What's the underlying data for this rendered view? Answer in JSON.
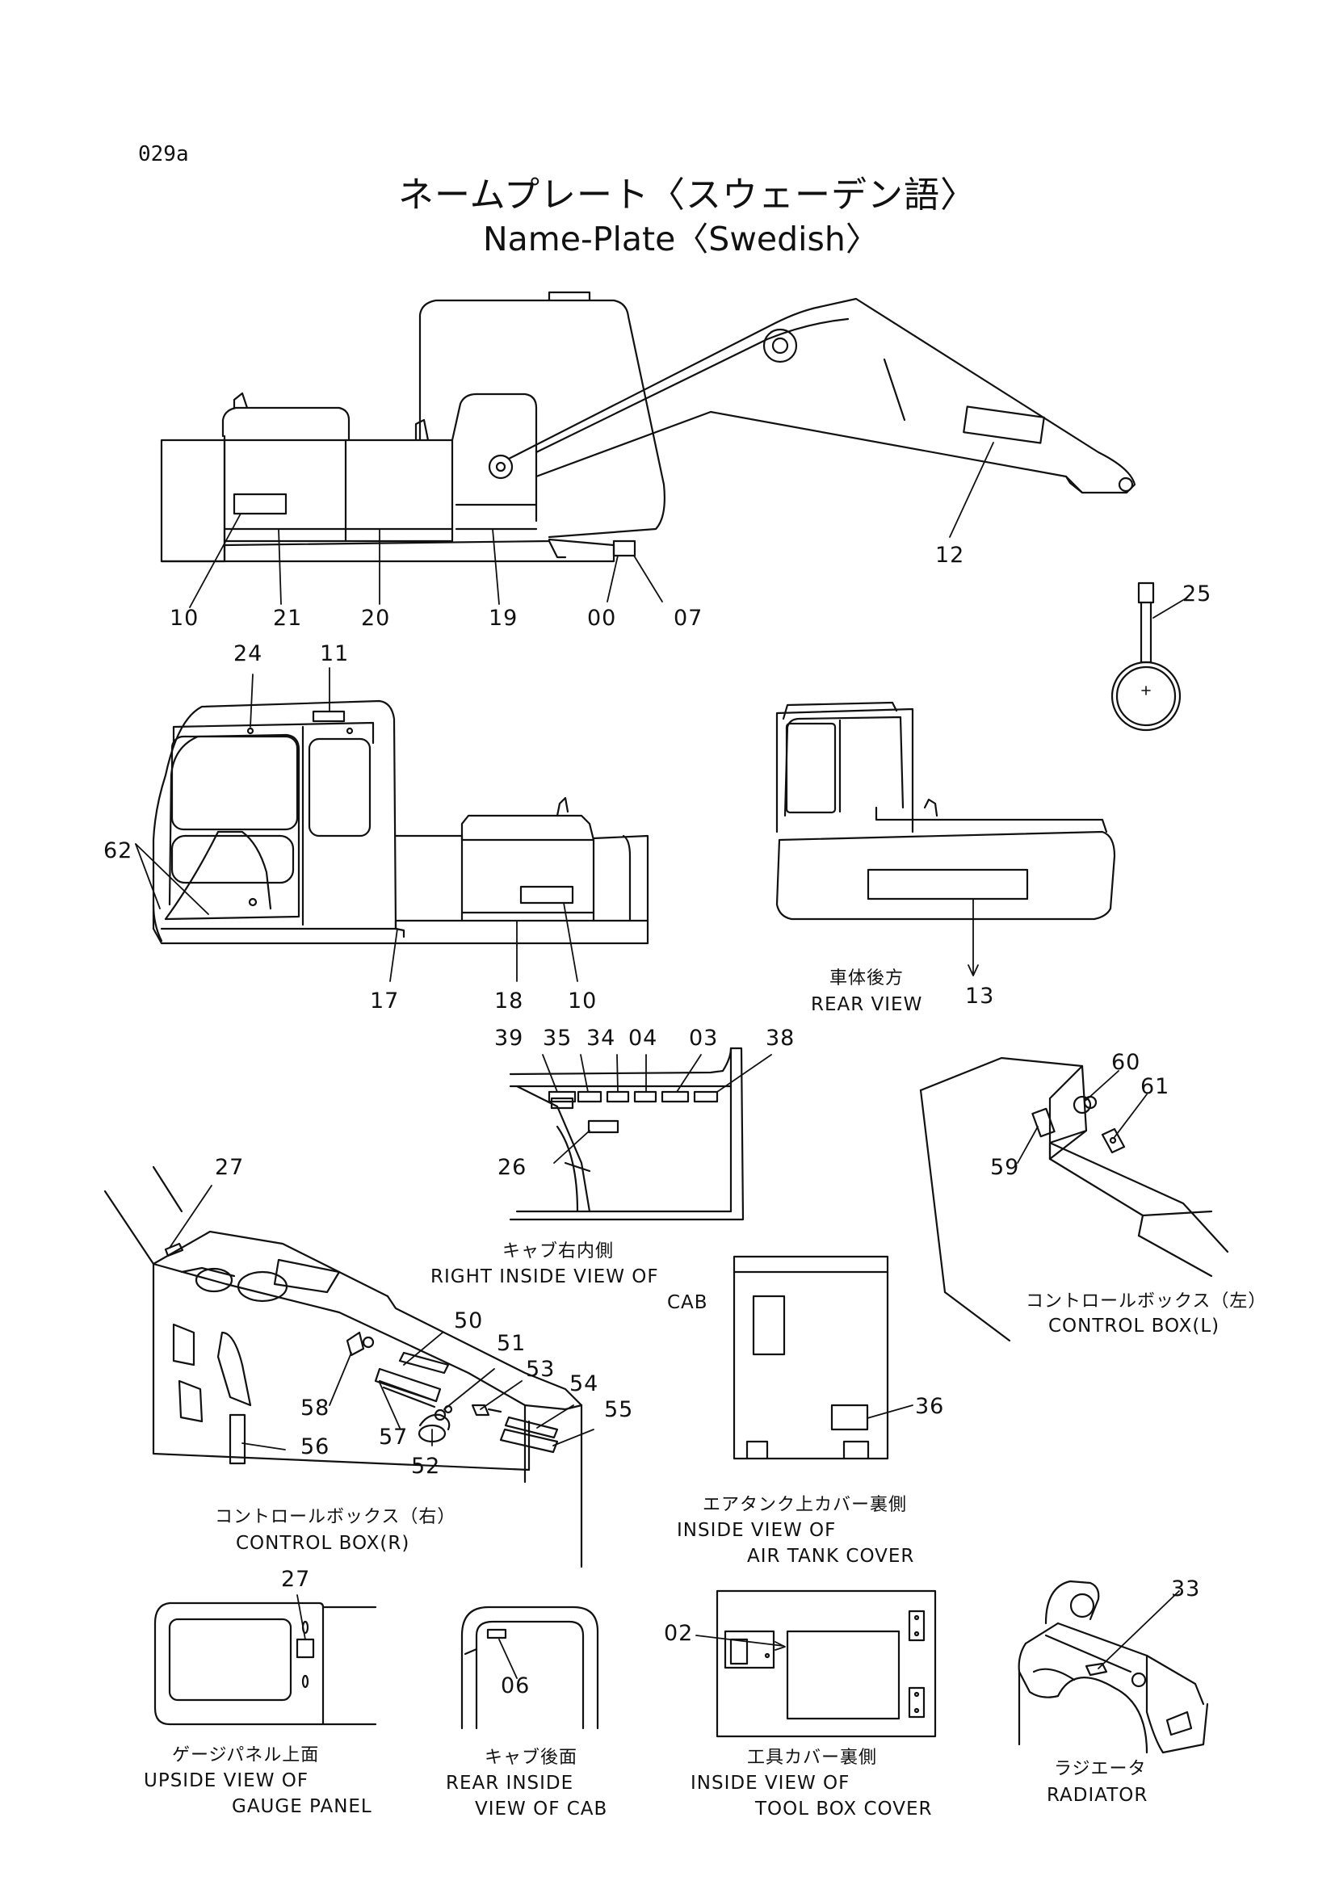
{
  "doc_code": "029a",
  "title_jp": "ネームプレート〈スウェーデン語〉",
  "title_en": "Name-Plate〈Swedish〉",
  "callouts": {
    "side_left": [
      "10",
      "21",
      "20",
      "19",
      "00",
      "07",
      "12"
    ],
    "ring": [
      "25"
    ],
    "side_right": [
      "24",
      "11",
      "62",
      "17",
      "18",
      "10"
    ],
    "rear": [
      "13"
    ],
    "cab_right": [
      "39",
      "35",
      "34",
      "04",
      "03",
      "38",
      "26"
    ],
    "control_box_l": [
      "60",
      "61",
      "59"
    ],
    "control_box_r": [
      "27",
      "50",
      "51",
      "53",
      "54",
      "55",
      "58",
      "57",
      "52",
      "56"
    ],
    "air_tank": [
      "36"
    ],
    "gauge_panel": [
      "27"
    ],
    "rear_cab": [
      "06"
    ],
    "tool_box": [
      "02"
    ],
    "radiator": [
      "33"
    ]
  },
  "captions": {
    "rear": {
      "jp": "車体後方",
      "en": [
        "REAR VIEW"
      ]
    },
    "cab_right": {
      "jp": "キャブ右内側",
      "en": [
        "RIGHT INSIDE VIEW OF",
        "CAB"
      ]
    },
    "control_box_l": {
      "jp": "コントロールボックス（左）",
      "en": [
        "CONTROL BOX(L)"
      ]
    },
    "control_box_r": {
      "jp": "コントロールボックス（右）",
      "en": [
        "CONTROL BOX(R)"
      ]
    },
    "air_tank": {
      "jp": "エアタンク上カバー裏側",
      "en": [
        "INSIDE VIEW OF",
        "AIR TANK COVER"
      ]
    },
    "gauge_panel": {
      "jp": "ゲージパネル上面",
      "en": [
        "UPSIDE VIEW OF",
        "GAUGE PANEL"
      ]
    },
    "rear_cab": {
      "jp": "キャブ後面",
      "en": [
        "REAR INSIDE",
        "VIEW OF CAB"
      ]
    },
    "tool_box": {
      "jp": "工具カバー裏側",
      "en": [
        "INSIDE VIEW OF",
        "TOOL BOX COVER"
      ]
    },
    "radiator": {
      "jp": "ラジエータ",
      "en": [
        "RADIATOR"
      ]
    }
  },
  "colors": {
    "ink": "#111111",
    "paper": "#ffffff"
  }
}
